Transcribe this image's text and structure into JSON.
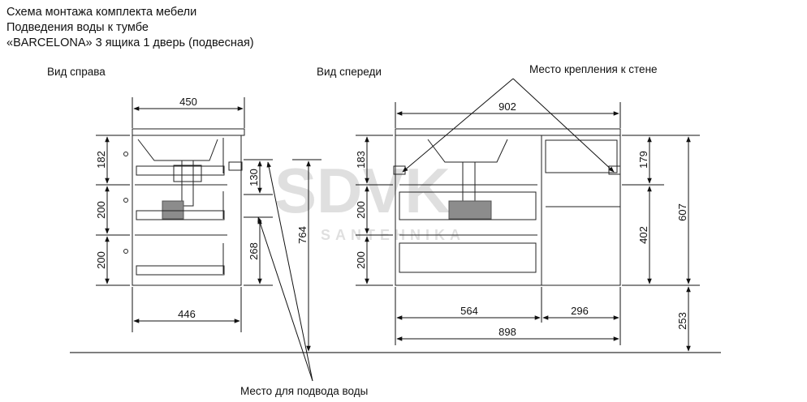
{
  "title": {
    "line1": "Схема монтажа комплекта мебели",
    "line2": "Подведения воды к тумбе",
    "line3": "«BARCELONA» 3 ящика 1 дверь (подвесная)"
  },
  "views": {
    "side": "Вид справа",
    "front": "Вид спереди"
  },
  "callouts": {
    "wall_mount": "Место крепления к стене",
    "water_supply": "Место для подвода воды"
  },
  "side_dims": {
    "top_width": "450",
    "bottom_width": "446",
    "drawer1": "182",
    "drawer2": "200",
    "drawer3": "200",
    "mount_height": "130",
    "water_height": "268",
    "total_from_floor": "764"
  },
  "front_dims": {
    "top_width": "902",
    "drawer1": "183",
    "drawer2": "200",
    "drawer3": "200",
    "drawer_width": "564",
    "door_width": "296",
    "bottom_width": "898",
    "door_top": "179",
    "door_height": "402",
    "cabinet_height": "607",
    "floor_clearance": "253"
  },
  "watermark": {
    "brand": "SDVK",
    "sub": "SANTEHNIKA"
  }
}
